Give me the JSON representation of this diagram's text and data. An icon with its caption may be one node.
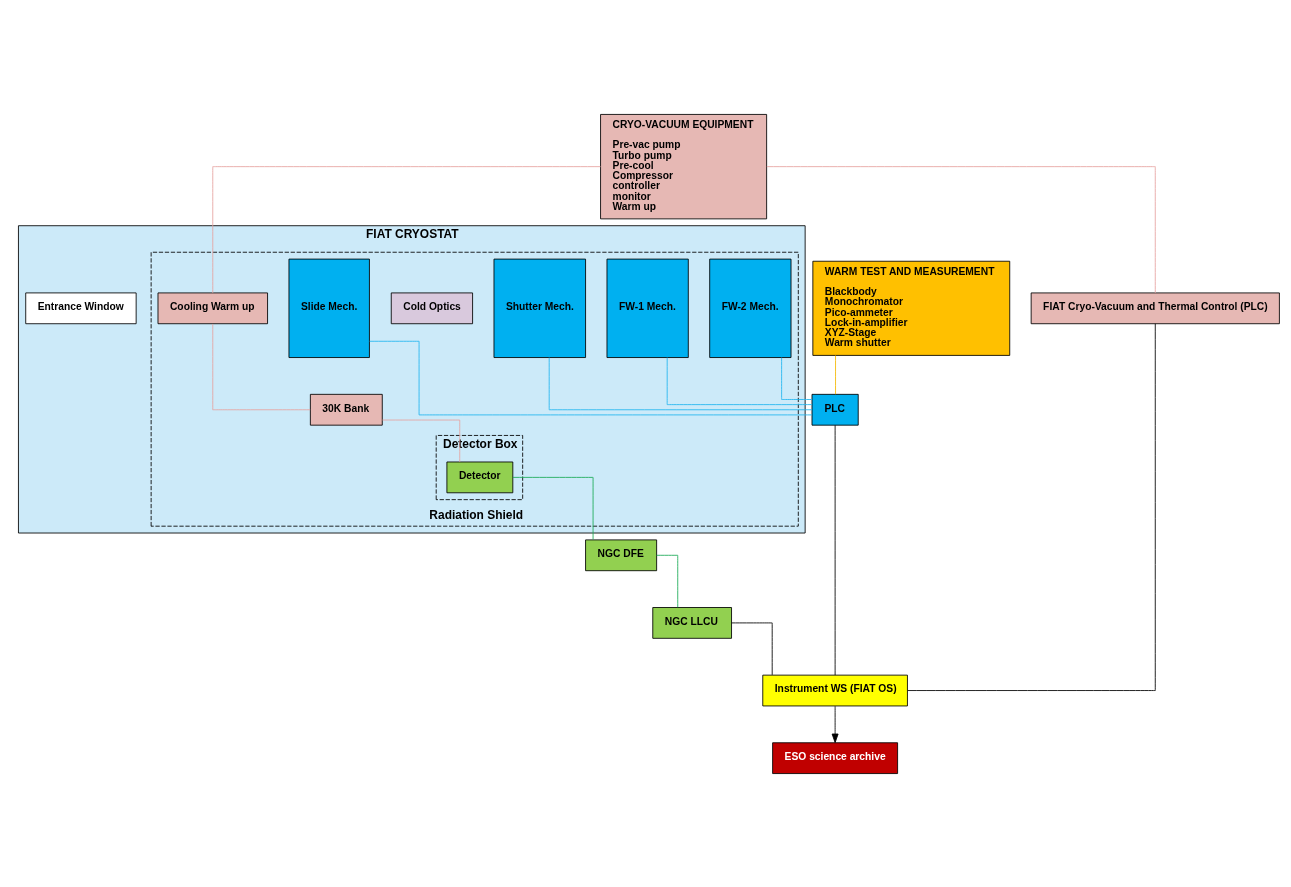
{
  "diagram": {
    "nodes": [
      {
        "text": [
          "CRYO-VACUUM EQUIPMENT",
          "Pre-vac pump",
          "Turbo pump",
          "Pre-cool",
          "Compressor",
          "controller",
          "monitor",
          "Warm up"
        ]
      },
      {
        "text": [
          "FIAT CRYOSTAT"
        ]
      },
      {
        "text": [
          "Radiation Shield"
        ],
        "in": 1
      },
      {
        "text": [
          "Cooling Warm up"
        ],
        "in": 2
      },
      {
        "text": [
          "30K Bank"
        ],
        "in": 2
      },
      {
        "text": [
          "Detector Box"
        ],
        "in": 2
      },
      {
        "text": [
          "Detector"
        ],
        "in": 5
      },
      {
        "text": [
          "Shutter Mech."
        ],
        "in": 2
      },
      {
        "text": [
          "Slide Mech."
        ],
        "in": 2
      },
      {
        "text": [
          "Cold Optics"
        ],
        "in": 2
      },
      {
        "text": [
          "FW-2 Mech."
        ],
        "in": 2
      },
      {
        "text": [
          "FW-1 Mech."
        ],
        "in": 2
      },
      {
        "text": [
          "Entrance Window"
        ],
        "in": 1
      },
      {
        "text": [
          "WARM TEST AND MEASUREMENT",
          "Blackbody",
          "Monochromator",
          "Pico-ammeter",
          "Lock-in-amplifier",
          "XYZ-Stage",
          "Warm shutter"
        ]
      },
      {
        "text": [
          "FIAT Cryo-Vacuum and Thermal Control (PLC)"
        ]
      },
      {
        "text": [
          "NGC DFE"
        ]
      },
      {
        "text": [
          "PLC"
        ]
      },
      {
        "text": [
          "NGC LLCU"
        ]
      },
      {
        "text": [
          "Instrument WS (FIAT OS)"
        ]
      },
      {
        "text": [
          "ESO science archive"
        ]
      }
    ],
    "edges": [
      {
        "from": 0,
        "to": 3,
        "arrow": "none",
        "color": "#e6a3a0"
      },
      {
        "from": 3,
        "to": 4,
        "arrow": "none",
        "color": "#e6a3a0"
      },
      {
        "from": 4,
        "to": 6,
        "arrow": "none",
        "color": "#e6a3a0"
      },
      {
        "from": 6,
        "to": 15,
        "arrow": "none",
        "color": "#1aaa55"
      },
      {
        "from": 7,
        "to": 16,
        "arrow": "none",
        "color": "#22b5f0"
      },
      {
        "from": 8,
        "to": 16,
        "arrow": "none",
        "color": "#22b5f0"
      },
      {
        "from": 10,
        "to": 16,
        "arrow": "none",
        "color": "#22b5f0"
      },
      {
        "from": 11,
        "to": 16,
        "arrow": "none",
        "color": "#22b5f0"
      },
      {
        "from": 13,
        "to": 16,
        "arrow": "none",
        "color": "#f5b800"
      },
      {
        "from": 0,
        "to": 14,
        "arrow": "none",
        "color": "#e6a3a0"
      },
      {
        "from": 15,
        "to": 17,
        "arrow": "none",
        "color": "#1aaa55"
      },
      {
        "from": 14,
        "to": 18,
        "arrow": "none",
        "color": "#000000"
      },
      {
        "from": 17,
        "to": 18,
        "arrow": "none",
        "color": "#000000"
      },
      {
        "from": 16,
        "to": 18,
        "arrow": "none",
        "color": "#000000"
      },
      {
        "from": 18,
        "to": 19,
        "arrow": "to",
        "color": "#000000"
      }
    ]
  }
}
